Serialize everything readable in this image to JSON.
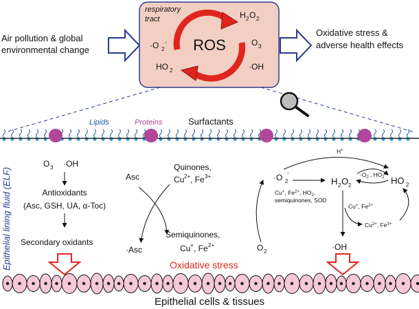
{
  "top": {
    "left_text": [
      "Air pollution & global",
      "environmental change"
    ],
    "right_text": [
      "Oxidative stress &",
      "adverse health effects"
    ],
    "box": {
      "tract_label": [
        "respiratory",
        "tract"
      ],
      "center": "ROS",
      "species": {
        "h2o2": "H2O2",
        "o2": "·O2-",
        "o3": "O3",
        "ho2": "HO2",
        "oh": "·OH"
      }
    }
  },
  "surface": {
    "lipids": "Lipids",
    "proteins": "Proteins",
    "surfactants": "Surfactants",
    "colors": {
      "lipids": "#1f5aa6",
      "proteins": "#b0479b",
      "line": "#222222"
    }
  },
  "elf": {
    "side_label": "Epithelial lining fluid (ELF)",
    "left_column": {
      "inputs": [
        "O3",
        "·OH"
      ],
      "antioxidants": [
        "Antioxidants",
        "(Asc, GSH, UA, α-Toc)"
      ],
      "secondary": "Secondary oxidants"
    },
    "middle": {
      "asc": "Asc",
      "asc_rad": "·Asc",
      "quinones": [
        "Quinones,",
        "Cu2+, Fe3+"
      ],
      "semiquinones": [
        "Semiquinones,",
        "Cu+, Fe2+"
      ],
      "o2": "O2",
      "oxidative_stress": "Oxidative stress"
    },
    "right": {
      "superoxide": "·O2-",
      "h_plus": "H+",
      "h2o2": "H2O2",
      "ho2": "HO2",
      "o2_ho2": "·O2-, HO2",
      "catalysts": [
        "Cu+, Fe2+, HO2,",
        "semiquinones, SOD"
      ],
      "cu_fe_reduced": "Cu+, Fe2+",
      "cu_fe_oxidized": "Cu2+, Fe3+",
      "oh": "·OH"
    }
  },
  "bottom": {
    "cells": "Epithelial cells & tissues"
  },
  "colors": {
    "box_fill": "#f2cfc2",
    "box_stroke": "#2e3f8f",
    "arrow_blue": "#2b3a8f",
    "red": "#e0251f",
    "cell_fill": "#f6c8d8",
    "dashed": "#2b3a8f"
  }
}
